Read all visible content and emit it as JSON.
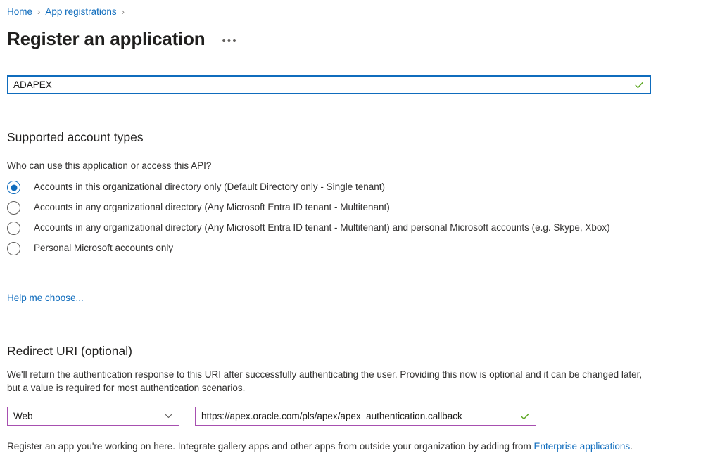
{
  "breadcrumb": {
    "items": [
      {
        "label": "Home"
      },
      {
        "label": "App registrations"
      }
    ],
    "separator": "›"
  },
  "header": {
    "title": "Register an application",
    "more_label": "•••"
  },
  "name_field": {
    "value": "ADAPEX",
    "placeholder": "",
    "valid_icon": "check-icon",
    "border_color": "#0f6cbd"
  },
  "supported_account_types": {
    "heading": "Supported account types",
    "question": "Who can use this application or access this API?",
    "selected_index": 0,
    "options": [
      {
        "label": "Accounts in this organizational directory only (Default Directory only - Single tenant)"
      },
      {
        "label": "Accounts in any organizational directory (Any Microsoft Entra ID tenant - Multitenant)"
      },
      {
        "label": "Accounts in any organizational directory (Any Microsoft Entra ID tenant - Multitenant) and personal Microsoft accounts (e.g. Skype, Xbox)"
      },
      {
        "label": "Personal Microsoft accounts only"
      }
    ],
    "help_link": "Help me choose..."
  },
  "redirect_uri": {
    "heading": "Redirect URI (optional)",
    "description": "We'll return the authentication response to this URI after successfully authenticating the user. Providing this now is optional and it can be changed later, but a value is required for most authentication scenarios.",
    "type_select": {
      "value": "Web",
      "icon": "chevron-down-icon"
    },
    "uri_input": {
      "value": "https://apex.oracle.com/pls/apex/apex_authentication.callback",
      "placeholder": "",
      "valid_icon": "check-icon"
    },
    "border_color": "#a74fb0"
  },
  "footer": {
    "text_before": "Register an app you're working on here. Integrate gallery apps and other apps from outside your organization by adding from ",
    "link_text": "Enterprise applications",
    "text_after": "."
  },
  "colors": {
    "link": "#0f6cbd",
    "focus_border": "#0f6cbd",
    "purple_border": "#a74fb0",
    "success": "#5fa825",
    "text": "#323130"
  }
}
